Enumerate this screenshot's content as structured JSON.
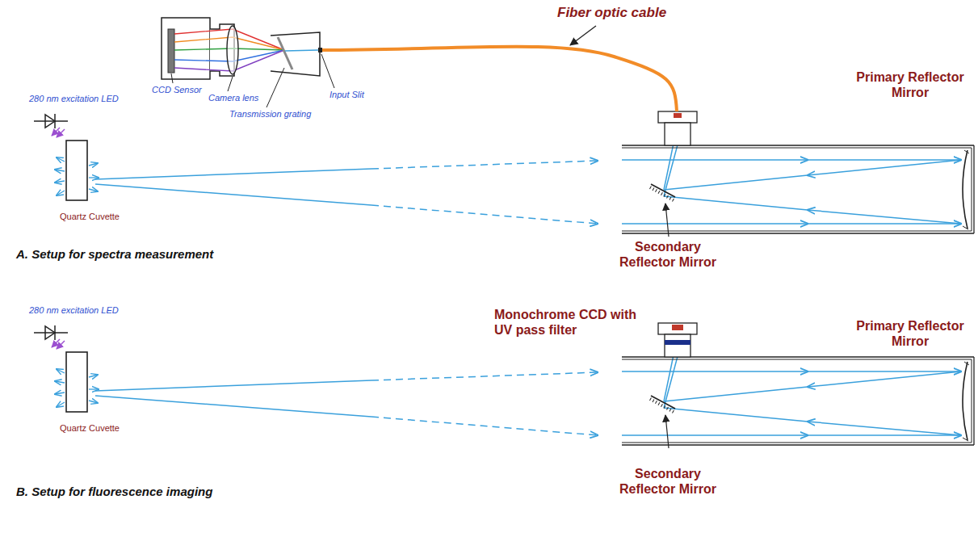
{
  "diagram": {
    "labels": [
      "Fiber optic cable",
      "Primary Reflector Mirror",
      "280 nm excitation LED",
      "CCD Sensor",
      "Camera lens",
      "Input Slit",
      "Transmission grating",
      "Quartz Cuvette",
      "A. Setup for spectra measurement",
      "Secondary Reflector Mirror",
      "280 nm excitation LED",
      "Monochrome CCD with UV pass filter",
      "Primary Reflector Mirror",
      "Quartz Cuvette",
      "B. Setup for fluorescence imaging",
      "Secondary Reflector Mirror"
    ]
  }
}
